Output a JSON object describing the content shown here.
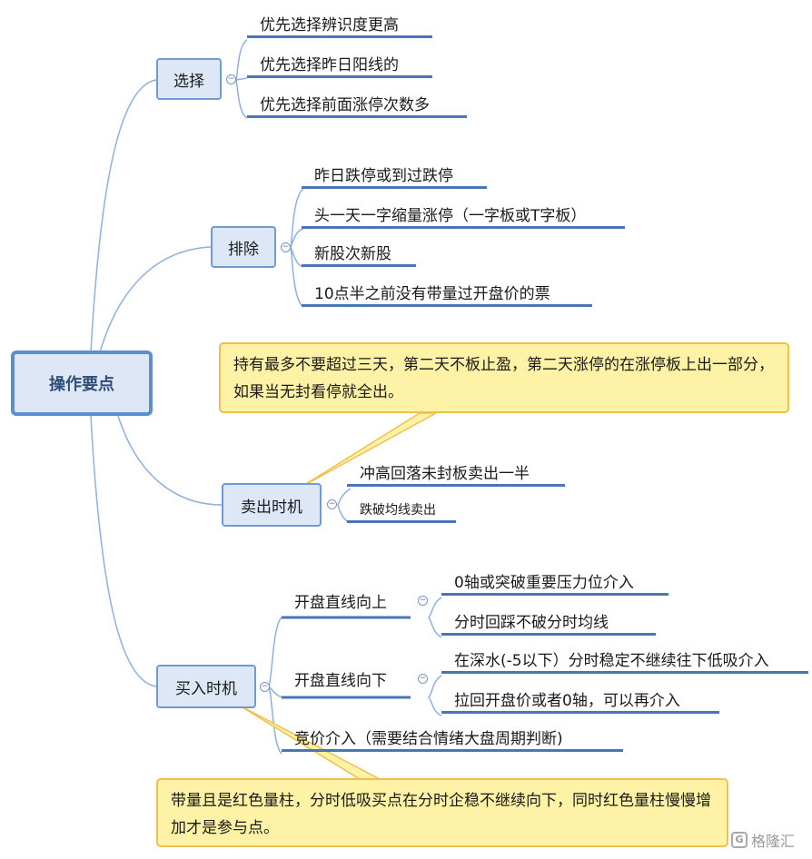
{
  "root": {
    "label": "操作要点"
  },
  "branches": {
    "select": {
      "label": "选择",
      "items": [
        "优先选择辨识度更高",
        "优先选择昨日阳线的",
        "优先选择前面涨停次数多"
      ]
    },
    "exclude": {
      "label": "排除",
      "items": [
        "昨日跌停或到过跌停",
        "头一天一字缩量涨停（一字板或T字板）",
        "新股次新股",
        "10点半之前没有带量过开盘价的票"
      ]
    },
    "sell": {
      "label": "卖出时机",
      "items": [
        "冲高回落未封板卖出一半",
        "跌破均线卖出"
      ],
      "note": "持有最多不要超过三天，第二天不板止盈，第二天涨停的在涨停板上出一部分，如果当无封看停就全出。"
    },
    "buy": {
      "label": "买入时机",
      "sub": [
        {
          "label": "开盘直线向上",
          "items": [
            "0轴或突破重要压力位介入",
            "分时回踩不破分时均线"
          ]
        },
        {
          "label": "开盘直线向下",
          "items": [
            "在深水(-5以下）分时稳定不继续往下低吸介入",
            "拉回开盘价或者0轴，可以再介入"
          ]
        }
      ],
      "extra": "竞价介入（需要结合情绪大盘周期判断)",
      "note": "带量且是红色量柱，分时低吸买点在分时企稳不继续向下，同时红色量柱慢慢增加才是参与点。"
    }
  },
  "colors": {
    "line": "#8fb0dc",
    "leaf_underline": "#4a76b8",
    "note_fill": "#fdf2a6",
    "note_border": "#f0bf4c"
  },
  "watermark": {
    "text": "格隆汇",
    "icon": "gelonghui-logo-icon"
  }
}
